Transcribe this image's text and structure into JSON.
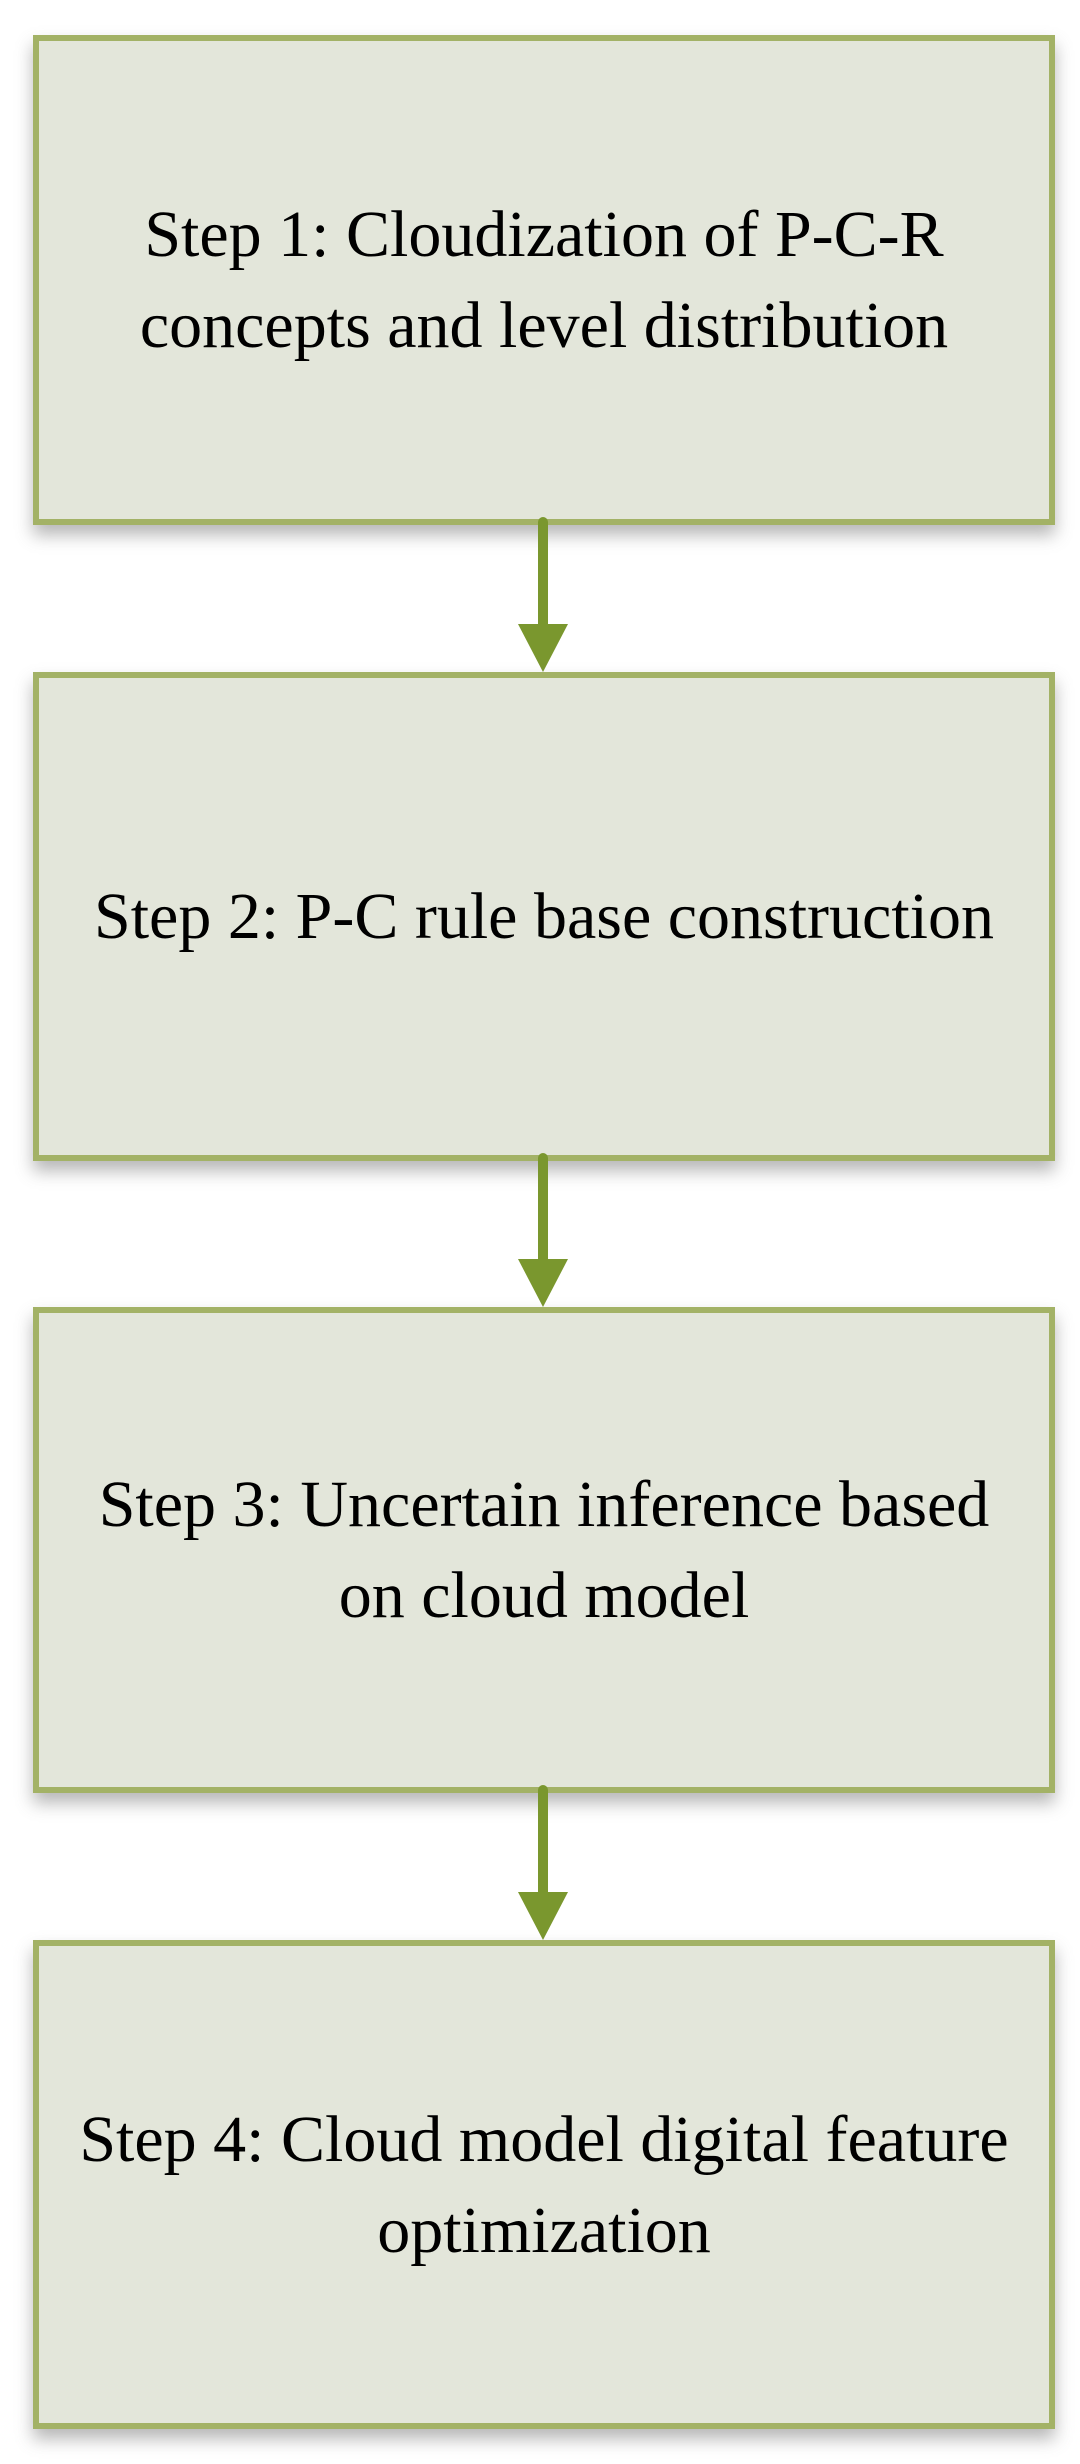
{
  "diagram_type": "flowchart",
  "steps": [
    {
      "id": "step-1",
      "lines": [
        "Step 1: Cloudization of P-C-R",
        "concepts and level distribution"
      ]
    },
    {
      "id": "step-2",
      "lines": [
        "Step 2: P-C rule base construction",
        ""
      ]
    },
    {
      "id": "step-3",
      "lines": [
        "Step 3: Uncertain inference based",
        "on cloud model"
      ]
    },
    {
      "id": "step-4",
      "lines": [
        "Step 4: Cloud model digital feature",
        "optimization"
      ]
    }
  ],
  "connectors": [
    {
      "from": "step-1",
      "to": "step-2",
      "type": "arrow-down"
    },
    {
      "from": "step-2",
      "to": "step-3",
      "type": "arrow-down"
    },
    {
      "from": "step-3",
      "to": "step-4",
      "type": "arrow-down"
    }
  ],
  "colors": {
    "background": "#ffffff",
    "box_fill": "#e3e6da",
    "box_border": "#a3b266",
    "arrow": "#7a972e",
    "text": "#000000"
  }
}
